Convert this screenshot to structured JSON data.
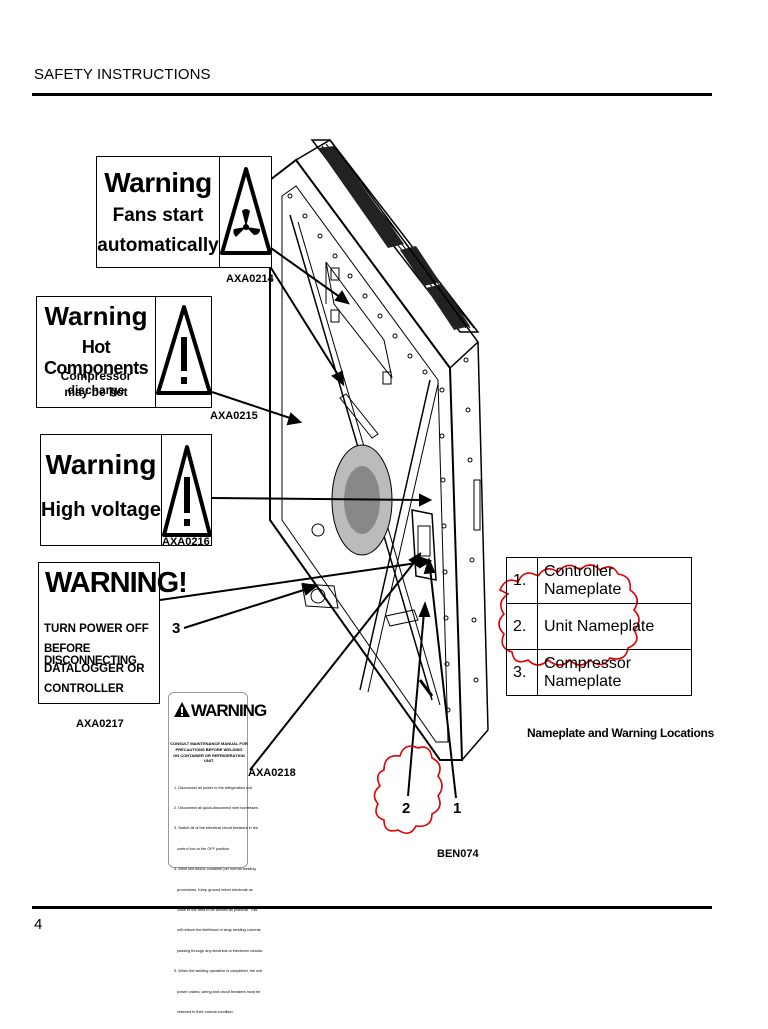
{
  "header": {
    "title": "SAFETY INSTRUCTIONS"
  },
  "footer": {
    "page_number": "4"
  },
  "labels": {
    "fans": {
      "title": "Warning",
      "line1": "Fans start",
      "line2": "automatically",
      "code": "AXA0214",
      "icon": "fan-warning-icon"
    },
    "hot": {
      "title": "Warning",
      "line1": "Hot Components",
      "line2": "Compressor discharge",
      "line3": "may be hot",
      "code": "AXA0215",
      "icon": "exclamation-warning-icon"
    },
    "voltage": {
      "title": "Warning",
      "line1": "High voltage",
      "code": "AXA0216",
      "icon": "exclamation-warning-icon"
    },
    "power": {
      "title": "WARNING!",
      "line1": "TURN POWER OFF",
      "line2": "BEFORE DISCONNECTING",
      "line3": "DATALOGGER OR",
      "line4": "CONTROLLER",
      "code": "AXA0217"
    },
    "welding": {
      "title": "WARNING",
      "subtitle1": "CONSULT MAINTENANCE MANUAL FOR",
      "subtitle2": "PRECAUTIONS BEFORE WELDING",
      "subtitle3": "ON CONTAINER OR REFRIGERATION UNIT.",
      "items": [
        "1. Disconnect all power to the refrigeration unit",
        "2. Disconnect all quick-disconnect wire harnesses.",
        "3. Switch all of the electrical circuit breakers in the",
        "   control box to the OFF position.",
        "4. Weld unit and/or container per normal welding",
        "   procedures. Keep ground return electrode as",
        "   close to the area to be welded as practical. This",
        "   will reduce the likelihood of stray welding currents",
        "   passing through any electrical or electronic circuits.",
        "5. When the welding operation is completed, the unit",
        "   power cables, wiring and circuit breakers must be",
        "   restored to their normal condition."
      ],
      "code": "AXA0218"
    }
  },
  "callouts": {
    "three": "3",
    "two": "2",
    "one": "1"
  },
  "legend": {
    "rows": [
      {
        "num": "1.",
        "text": "Controller Nameplate"
      },
      {
        "num": "2.",
        "text": "Unit Nameplate"
      },
      {
        "num": "3.",
        "text": "Compressor Nameplate"
      }
    ],
    "caption": "Nameplate and Warning Locations"
  },
  "figure_code": "BEN074",
  "colors": {
    "ink": "#000000",
    "markup": "#e00000",
    "paper": "#ffffff"
  }
}
